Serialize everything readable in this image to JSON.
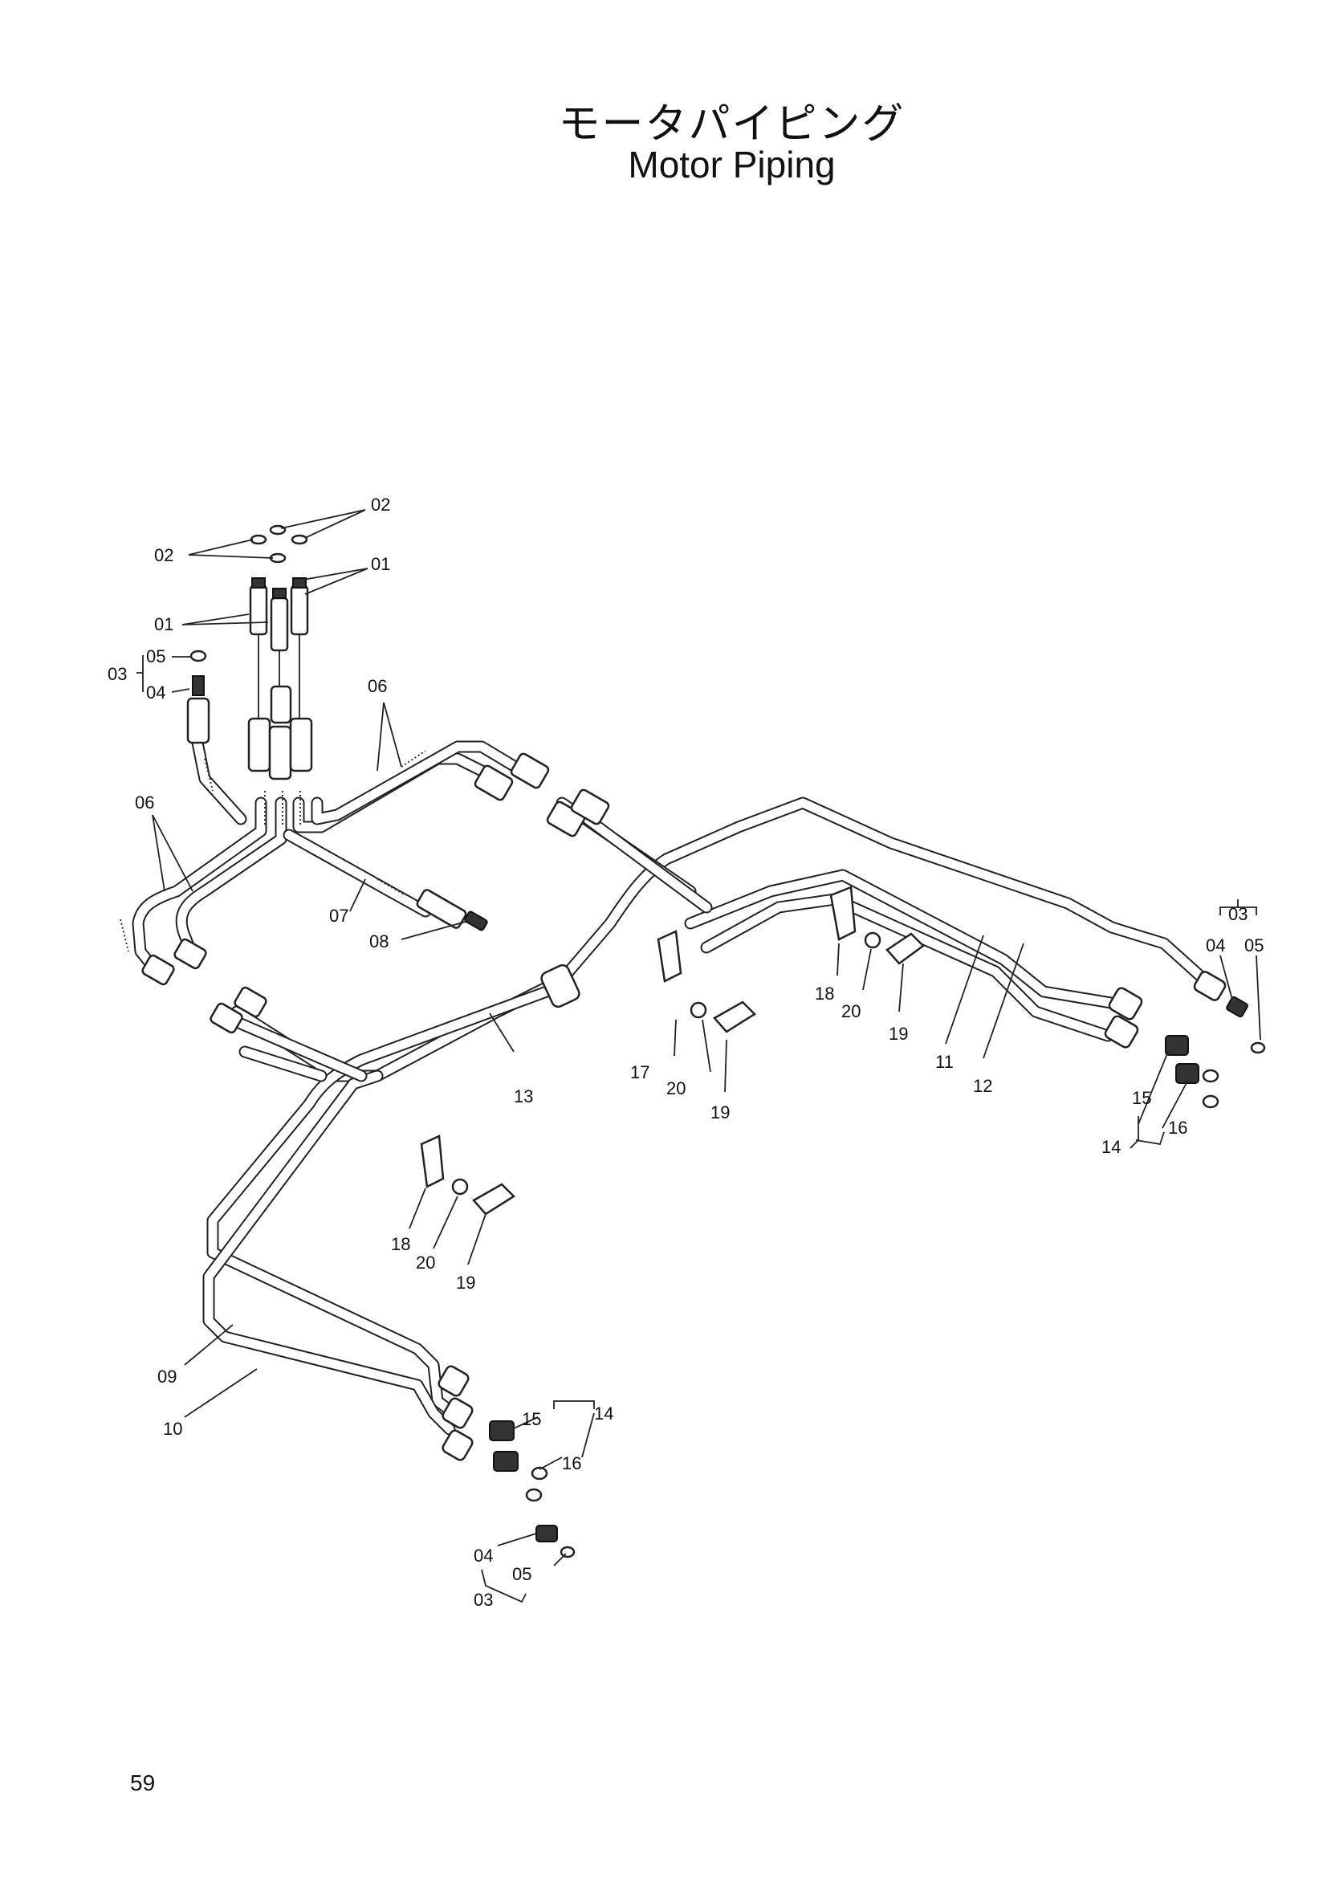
{
  "title": {
    "japanese": "モータパイピング",
    "english": "Motor Piping"
  },
  "page_number": "59",
  "labels": {
    "l02_top": "02",
    "l02_left": "02",
    "l01_right": "01",
    "l01_left": "01",
    "l03_left": "03",
    "l05_left": "05",
    "l04_left": "04",
    "l06_top": "06",
    "l06_left": "06",
    "l07": "07",
    "l08": "08",
    "l13": "13",
    "l17": "17",
    "l20_mid": "20",
    "l19_mid": "19",
    "l18_right": "18",
    "l20_right": "20",
    "l19_right": "19",
    "l11": "11",
    "l12": "12",
    "l03_right": "03",
    "l04_right": "04",
    "l05_right": "05",
    "l15_right": "15",
    "l16_right": "16",
    "l14_right": "14",
    "l18_low": "18",
    "l20_low": "20",
    "l19_low": "19",
    "l09": "09",
    "l10": "10",
    "l15_low": "15",
    "l14_low": "14",
    "l16_low": "16",
    "l04_low": "04",
    "l05_low": "05",
    "l03_low": "03"
  }
}
